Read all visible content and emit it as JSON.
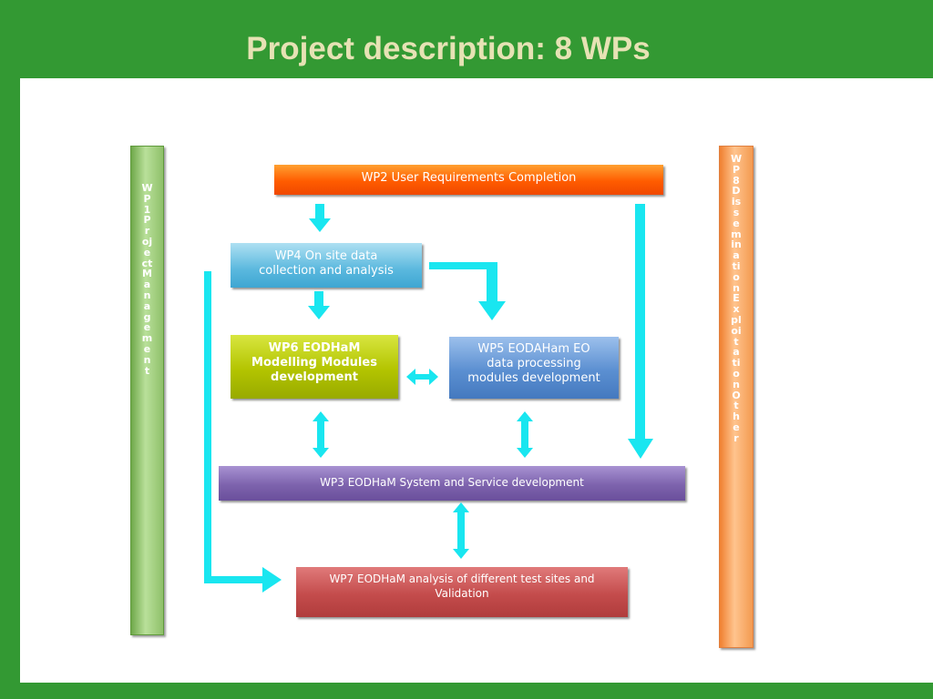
{
  "slide": {
    "title": "Project description:  8 WPs"
  },
  "diagram": {
    "wp1": "WP1 Project Management",
    "wp8": "WP8 Dissemination Exploitation Other",
    "wp2": "WP2  User Requirements Completion",
    "wp4_line1": "WP4   On site data",
    "wp4_line2": "collection and analysis",
    "wp6_line1": "WP6  EODHaM",
    "wp6_line2": "Modelling Modules",
    "wp6_line3": "development",
    "wp5_line1": "WP5  EODAHam EO",
    "wp5_line2": "data processing",
    "wp5_line3": "modules development",
    "wp3": "WP3  EODHaM System and Service development",
    "wp7_line1": "WP7  EODHaM analysis of different test sites  and",
    "wp7_line2": "Validation"
  },
  "colors": {
    "background": "#339933",
    "title": "#e6e2b4",
    "arrow": "#19e6f0",
    "wp1": "#9ccc70",
    "wp8": "#f7a055",
    "wp2": "#ff6a00",
    "wp4": "#6ec3e2",
    "wp6": "#b8c800",
    "wp5": "#5b8fd1",
    "wp3": "#8068b0",
    "wp7": "#c85050"
  }
}
